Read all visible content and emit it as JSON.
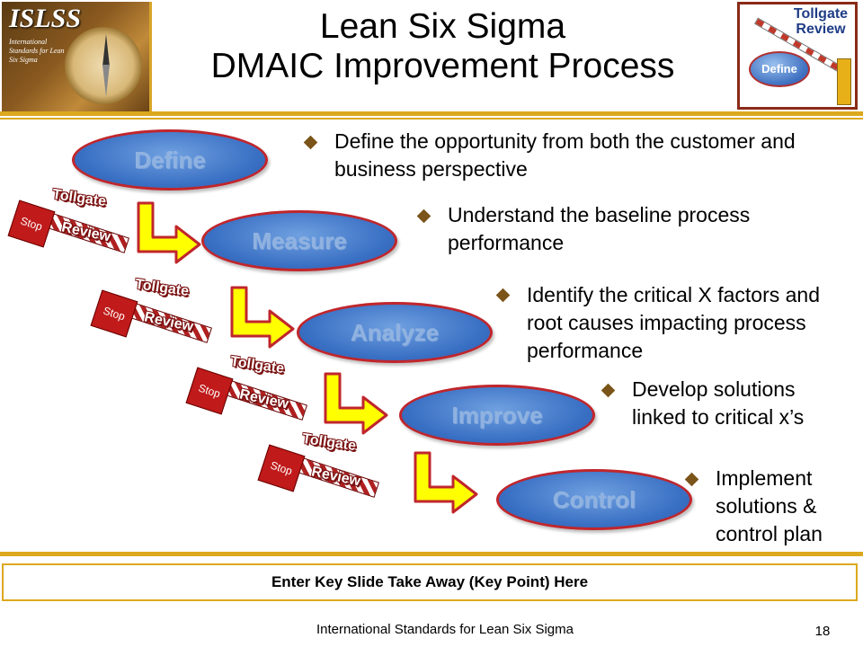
{
  "header": {
    "logo_title": "ISLSS",
    "logo_subtitle": "International Standards for Lean Six Sigma",
    "title_line1": "Lean Six Sigma",
    "title_line2": "DMAIC Improvement Process",
    "badge_tollgate_line1": "Tollgate",
    "badge_tollgate_line2": "Review",
    "badge_phase": "Define"
  },
  "phases": [
    {
      "label": "Define",
      "bullet": "Define the opportunity from both the customer and business perspective"
    },
    {
      "label": "Measure",
      "bullet": "Understand the baseline process performance"
    },
    {
      "label": "Analyze",
      "bullet": "Identify the critical X factors and root causes impacting process performance"
    },
    {
      "label": "Improve",
      "bullet": "Develop solutions linked to critical x’s"
    },
    {
      "label": "Control",
      "bullet": "Implement solutions & control plan"
    }
  ],
  "tollgate": {
    "stop": "Stop",
    "tollgate": "Tollgate",
    "review": "Review"
  },
  "key_takeaway": "Enter Key Slide Take Away (Key Point) Here",
  "footer": {
    "text": "International Standards for Lean Six Sigma",
    "page": "18"
  },
  "colors": {
    "gold": "#dca81e",
    "phase_fill": "#3a70c4",
    "phase_border": "#c0262c",
    "arrow_fill": "#ffff00",
    "arrow_border": "#c0262c"
  }
}
